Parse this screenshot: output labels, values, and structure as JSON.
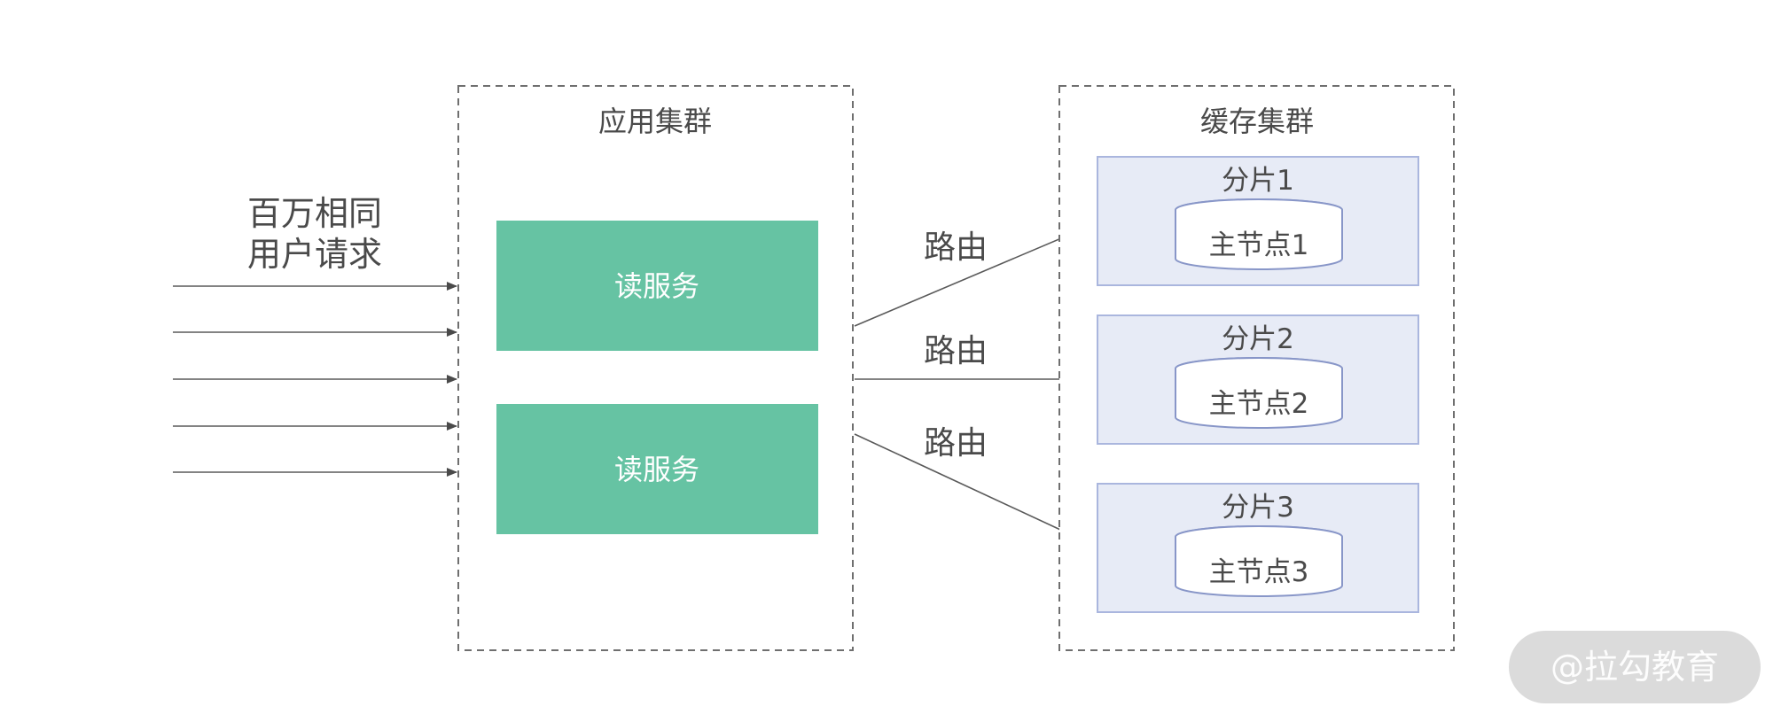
{
  "requests": {
    "label_line1": "百万相同",
    "label_line2": "用户请求"
  },
  "app_cluster": {
    "title": "应用集群",
    "services": [
      {
        "label": "读服务"
      },
      {
        "label": "读服务"
      }
    ]
  },
  "routes": [
    {
      "label": "路由"
    },
    {
      "label": "路由"
    },
    {
      "label": "路由"
    }
  ],
  "cache_cluster": {
    "title": "缓存集群",
    "shards": [
      {
        "label": "分片1",
        "node": "主节点1"
      },
      {
        "label": "分片2",
        "node": "主节点2"
      },
      {
        "label": "分片3",
        "node": "主节点3"
      }
    ]
  },
  "watermark": "@拉勾教育",
  "colors": {
    "service_fill": "#66c3a3",
    "shard_fill": "#e7ebf6",
    "shard_border": "#aab6de",
    "text": "#4a4a4a"
  }
}
